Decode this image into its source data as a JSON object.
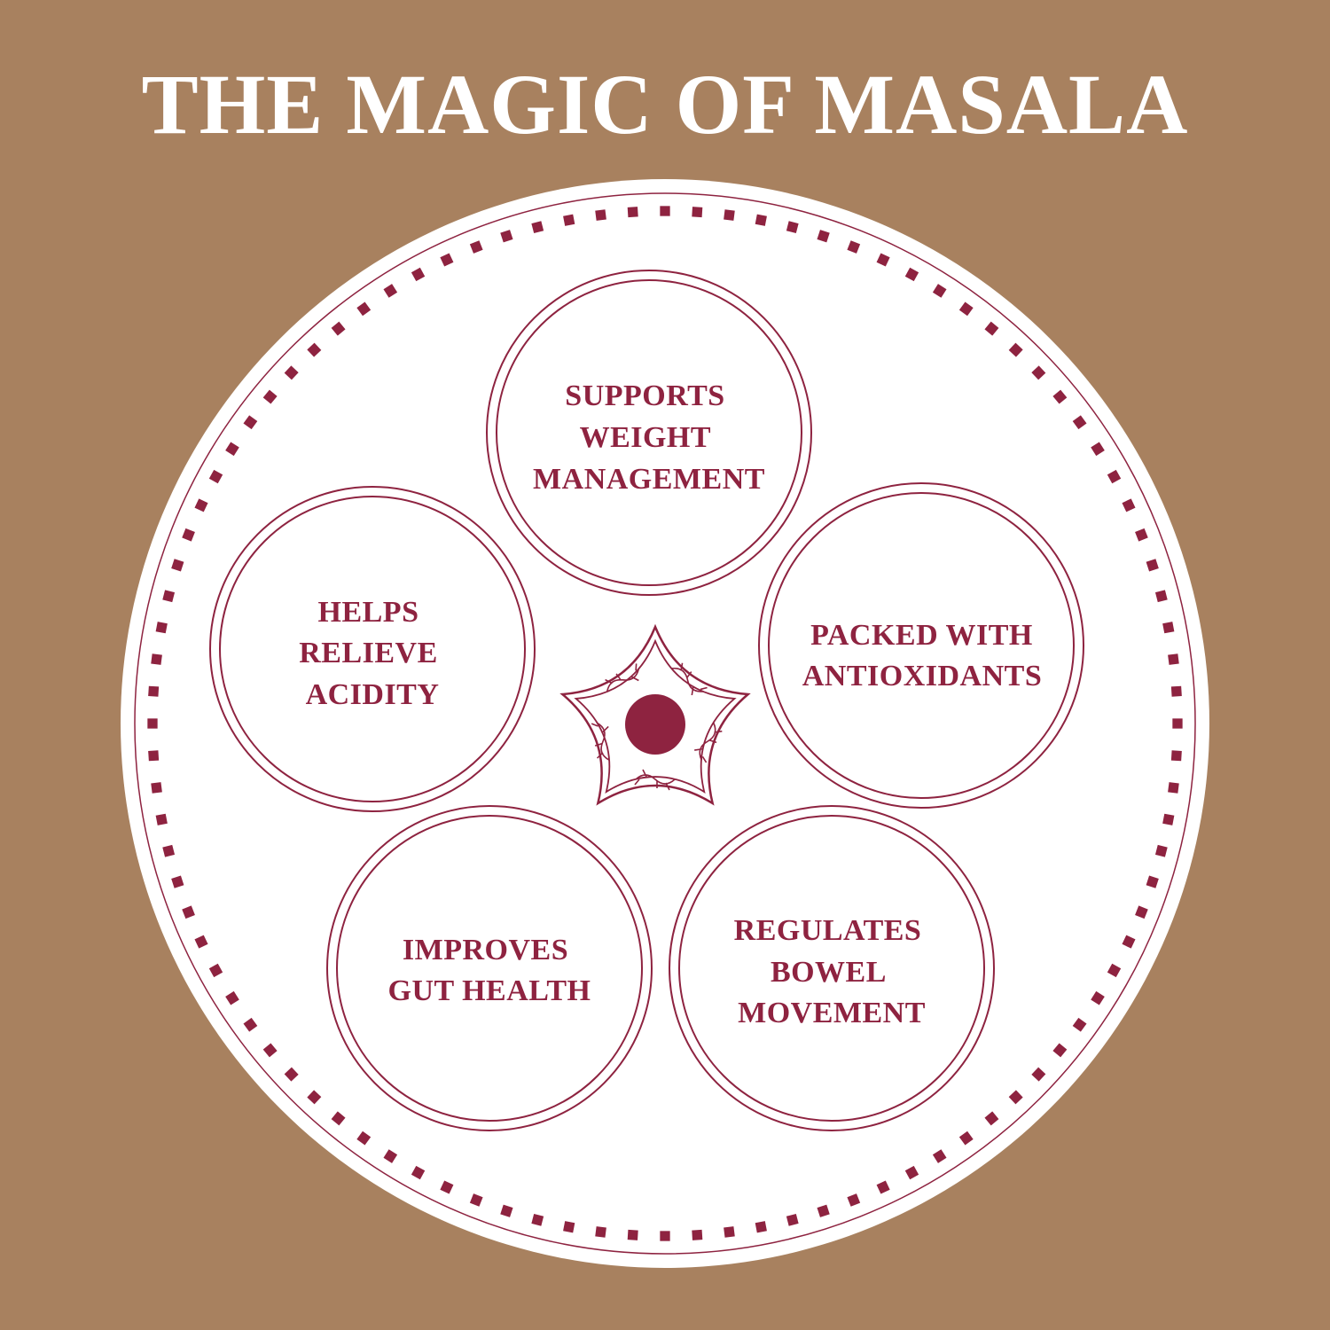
{
  "title": "THE MAGIC OF MASALA",
  "colors": {
    "background": "#a8815f",
    "plate": "#ffffff",
    "accent": "#8e2340"
  },
  "center_icon": "mandala-flower-icon",
  "benefits": [
    {
      "lines": [
        "SUPPORTS",
        "WEIGHT",
        "MANAGEMENT"
      ]
    },
    {
      "lines": [
        "PACKED WITH",
        "ANTIOXIDANTS"
      ]
    },
    {
      "lines": [
        "REGULATES",
        "BOWEL",
        "MOVEMENT"
      ]
    },
    {
      "lines": [
        "IMPROVES",
        "GUT HEALTH"
      ]
    },
    {
      "lines": [
        "HELPS",
        "RELIEVE",
        "ACIDITY"
      ]
    }
  ]
}
